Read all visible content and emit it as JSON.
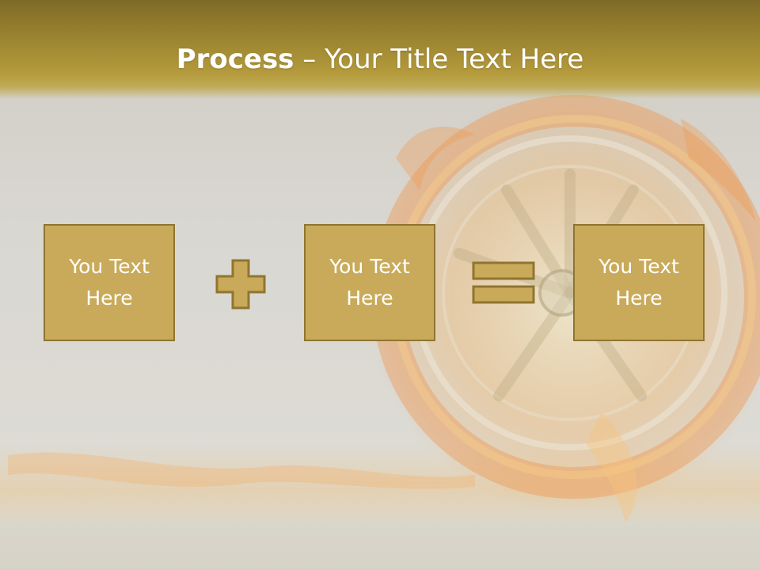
{
  "title": {
    "bold": "Process",
    "rest": " – Your Title Text Here"
  },
  "boxes": [
    {
      "text": "You Text Here"
    },
    {
      "text": "You Text Here"
    },
    {
      "text": "You Text Here"
    }
  ],
  "operators": {
    "first": "plus",
    "second": "equals"
  },
  "colors": {
    "title_bar": "#9c8531",
    "box_fill": "#c8aa5a",
    "box_border": "#8f7530",
    "text": "#ffffff"
  }
}
